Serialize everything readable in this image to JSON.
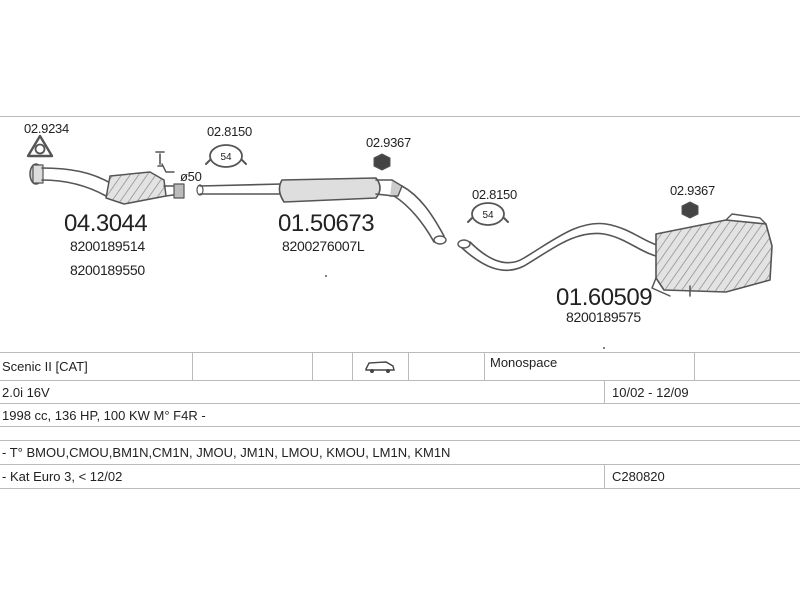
{
  "parts": [
    {
      "id": "clamp-front",
      "code": "02.9234"
    },
    {
      "id": "catalyst",
      "code": "04.3044",
      "oem": [
        "8200189514",
        "8200189550"
      ]
    },
    {
      "id": "clamp-mid",
      "code": "02.8150",
      "size": "54"
    },
    {
      "id": "pipe-note",
      "text": "ø50"
    },
    {
      "id": "middle-silencer",
      "code": "01.50673",
      "oem": [
        "8200276007L"
      ]
    },
    {
      "id": "mount-mid",
      "code": "02.9367"
    },
    {
      "id": "clamp-rear",
      "code": "02.8150",
      "size": "54"
    },
    {
      "id": "mount-rear",
      "code": "02.9367"
    },
    {
      "id": "rear-silencer",
      "code": "01.60509",
      "oem": [
        "8200189575"
      ]
    }
  ],
  "table": {
    "model": "Scenic II  [CAT]",
    "body_type": "Monospace",
    "engine": "2.0i 16V",
    "years": "10/02 - 12/09",
    "specs": "1998 cc, 136 HP, 100 KW M° F4R -",
    "type_codes": "- T° BMOU,CMOU,BM1N,CM1N, JMOU, JM1N, LMOU, KMOU, LM1N, KM1N",
    "emission": "- Kat Euro 3, < 12/02",
    "catalog_code": "C280820"
  },
  "colors": {
    "line": "#555555",
    "part_fill": "#d9d9d9",
    "dark": "#444444",
    "grid": "#bbbbbb"
  }
}
